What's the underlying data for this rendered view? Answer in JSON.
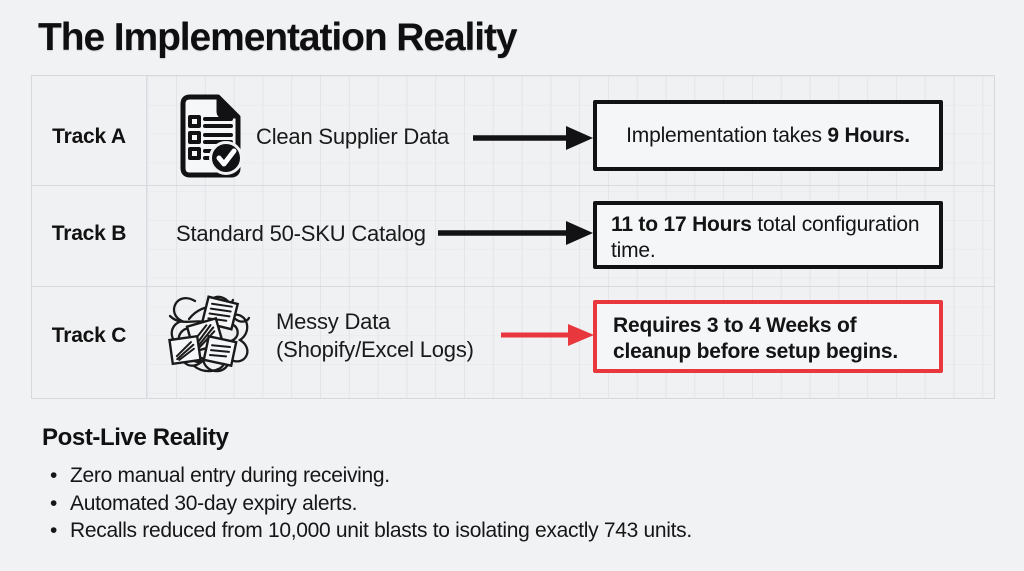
{
  "title": "The Implementation Reality",
  "colors": {
    "ink": "#121214",
    "alert_red": "#e8383d",
    "background": "#f1f2f4"
  },
  "table": {
    "rows": [
      {
        "track": "Track A",
        "icon": "checklist-document-icon",
        "input": "Clean Supplier Data",
        "arrow": "black-arrow-right",
        "result": {
          "prefix": "Implementation takes ",
          "emphasis": "9 Hours."
        }
      },
      {
        "track": "Track B",
        "icon": "none",
        "input": "Standard 50-SKU Catalog",
        "arrow": "black-arrow-right",
        "result": {
          "emphasis": "11 to 17 Hours",
          "suffix": " total configuration time."
        }
      },
      {
        "track": "Track C",
        "icon": "scribble-tangle-icon",
        "input_line1": "Messy Data",
        "input_line2": "(Shopify/Excel Logs)",
        "arrow": "red-arrow-right",
        "result": {
          "emphasis": "Requires 3 to 4 Weeks of cleanup before setup begins."
        }
      }
    ]
  },
  "post_live": {
    "heading": "Post-Live Reality",
    "bullet_glyph": "•",
    "bullets": [
      "Zero manual entry during receiving.",
      "Automated 30-day expiry alerts.",
      "Recalls reduced from 10,000 unit blasts to isolating exactly 743 units."
    ]
  }
}
